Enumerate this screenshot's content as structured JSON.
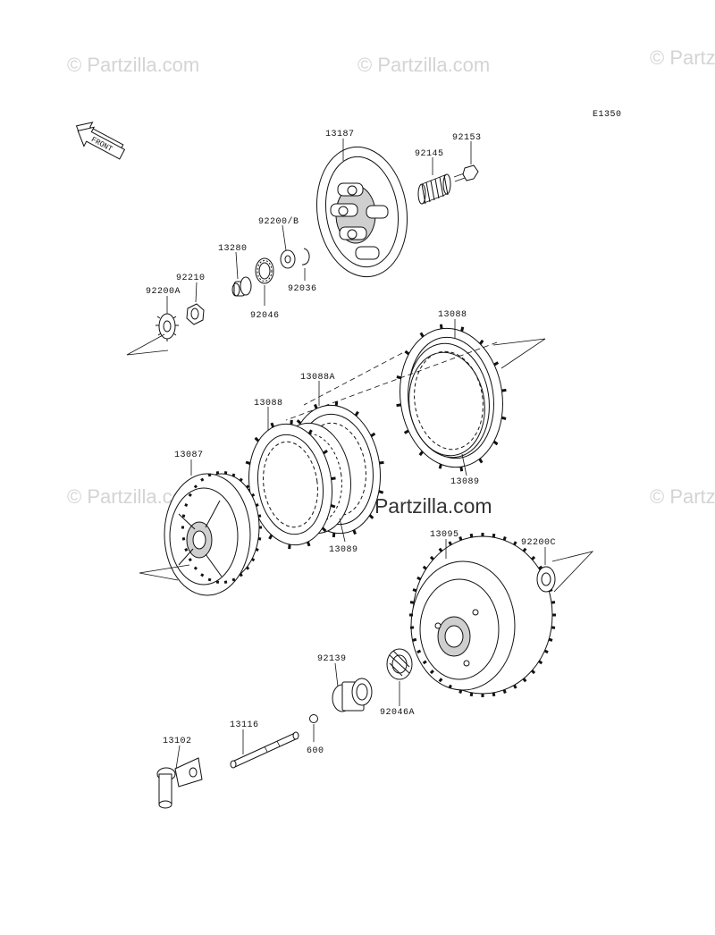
{
  "diagram_code": "E1350",
  "front_label": "FRONT",
  "watermarks": [
    "© Partzilla.com",
    "© Partzilla.com",
    "© Partzilla.com",
    "© Partzilla.com",
    "© Partzilla.com"
  ],
  "center_watermark": "©Partzilla.com",
  "parts": {
    "p13187": "13187",
    "p92153": "92153",
    "p92145": "92145",
    "p92200b": "92200/B",
    "p13280": "13280",
    "p92210": "92210",
    "p92200a": "92200A",
    "p92036": "92036",
    "p92046": "92046",
    "p13088_top": "13088",
    "p13088a": "13088A",
    "p13088_left": "13088",
    "p13087": "13087",
    "p13089_right": "13089",
    "p13089_mid": "13089",
    "p13095": "13095",
    "p92200c": "92200C",
    "p92139": "92139",
    "p92046a": "92046A",
    "p13116": "13116",
    "p13102": "13102",
    "p600": "600"
  }
}
